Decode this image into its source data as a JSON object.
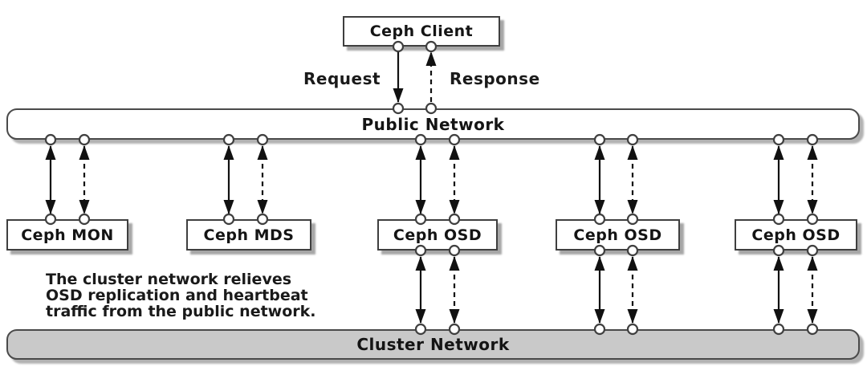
{
  "client": {
    "label": "Ceph Client"
  },
  "edge_labels": {
    "request": "Request",
    "response": "Response"
  },
  "public_network": {
    "label": "Public Network"
  },
  "nodes": [
    {
      "label": "Ceph MON"
    },
    {
      "label": "Ceph MDS"
    },
    {
      "label": "Ceph OSD"
    },
    {
      "label": "Ceph OSD"
    },
    {
      "label": "Ceph OSD"
    }
  ],
  "cluster_network": {
    "label": "Cluster Network"
  },
  "annotation": {
    "lines": [
      "The cluster network relieves",
      "OSD replication and heartbeat",
      "traffic from the public network."
    ]
  },
  "connections": [
    {
      "from": "Ceph Client",
      "to": "Public Network",
      "label": "Request",
      "style": "solid",
      "direction": "one-way-down"
    },
    {
      "from": "Public Network",
      "to": "Ceph Client",
      "label": "Response",
      "style": "dashed",
      "direction": "one-way-up"
    },
    {
      "from": "Public Network",
      "to": "Ceph MON",
      "style": "solid+dashed pair",
      "direction": "two-way"
    },
    {
      "from": "Public Network",
      "to": "Ceph MDS",
      "style": "solid+dashed pair",
      "direction": "two-way"
    },
    {
      "from": "Public Network",
      "to": "Ceph OSD",
      "style": "solid+dashed pair",
      "direction": "two-way"
    },
    {
      "from": "Public Network",
      "to": "Ceph OSD",
      "style": "solid+dashed pair",
      "direction": "two-way"
    },
    {
      "from": "Public Network",
      "to": "Ceph OSD",
      "style": "solid+dashed pair",
      "direction": "two-way"
    },
    {
      "from": "Ceph OSD",
      "to": "Cluster Network",
      "style": "solid+dashed pair",
      "direction": "two-way"
    },
    {
      "from": "Ceph OSD",
      "to": "Cluster Network",
      "style": "solid+dashed pair",
      "direction": "two-way"
    },
    {
      "from": "Ceph OSD",
      "to": "Cluster Network",
      "style": "solid+dashed pair",
      "direction": "two-way"
    }
  ],
  "colors": {
    "background": "#ffffff",
    "node_fill": "#ffffff",
    "cluster_fill": "#c9c9c9",
    "border": "#3f3f3f",
    "line": "#111111",
    "text": "#141414",
    "shadow": "rgba(0,0,0,0.35)"
  }
}
